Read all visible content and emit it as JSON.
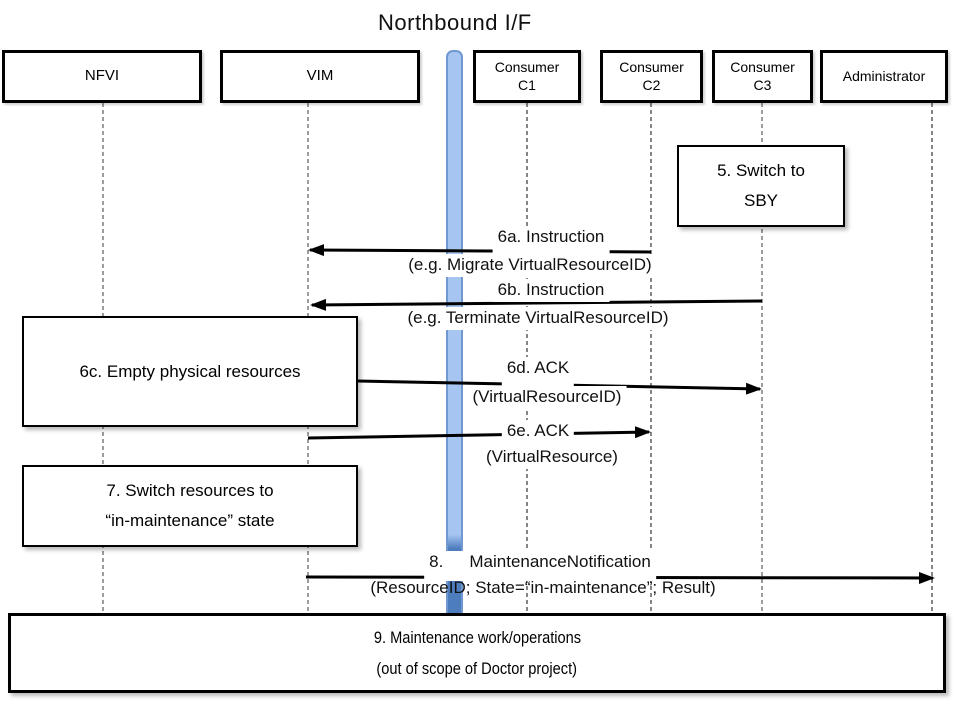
{
  "title": "Northbound I/F",
  "actors": [
    {
      "label": "NFVI"
    },
    {
      "label": "VIM"
    },
    {
      "line1": "Consumer",
      "line2": "C1"
    },
    {
      "line1": "Consumer",
      "line2": "C2"
    },
    {
      "line1": "Consumer",
      "line2": "C3"
    },
    {
      "label": "Administrator"
    }
  ],
  "notes": {
    "switch_sby": {
      "line1": "5. Switch to",
      "line2": "SBY"
    },
    "empty_resources": {
      "text": "6c. Empty physical resources"
    },
    "switch_maintenance": {
      "line1": "7. Switch resources to",
      "line2": "“in-maintenance” state"
    },
    "maintenance_work": {
      "line1": "9. Maintenance work/operations",
      "line2": "(out of scope of Doctor project)"
    }
  },
  "messages": {
    "m6a": {
      "name": "6a. Instruction",
      "detail": "(e.g. Migrate VirtualResourceID)"
    },
    "m6b": {
      "name": "6b. Instruction",
      "detail": "(e.g. Terminate VirtualResourceID)"
    },
    "m6d": {
      "name": "6d. ACK",
      "detail": "(VirtualResourceID)"
    },
    "m6e": {
      "name": "6e. ACK",
      "detail": "(VirtualResource)"
    },
    "m8": {
      "num": "8.",
      "name": "MaintenanceNotification",
      "detail": "(ResourceID; State=“in-maintenance”; Result)"
    }
  },
  "colors": {
    "bar_fill": "#A6C6F1",
    "bar_bottom": "#4E7DBE",
    "bar_border": "#7099CF",
    "arrow": "#000000",
    "lifeline": "#666666",
    "box_border": "#000000",
    "background": "#FFFFFF"
  }
}
